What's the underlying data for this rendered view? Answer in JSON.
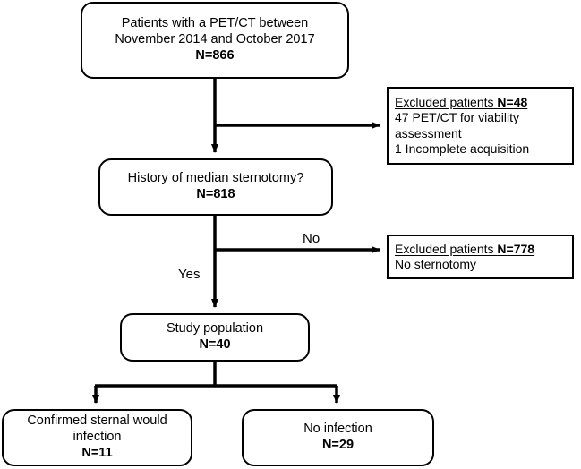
{
  "diagram": {
    "title": "Patient selection flow diagram",
    "type": "flowchart",
    "colors": {
      "stroke": "#000000",
      "background": "#ffffff",
      "text": "#000000"
    }
  },
  "nodes": {
    "enrollment": {
      "shape": "rounded-rectangle",
      "line1": "Patients with a PET/CT between",
      "line2": "November 2014 and October 2017",
      "count": "N=866"
    },
    "excluded_1": {
      "shape": "rectangle",
      "heading": "Excluded patients N=48",
      "heading_text": "Excluded patients",
      "heading_count": "N=48",
      "line1": "47 PET/CT for viability",
      "line2": "assessment",
      "line3": "1 Incomplete acquisition"
    },
    "decision": {
      "shape": "rounded-rectangle",
      "line1": "History of median sternotomy?",
      "count": "N=818"
    },
    "excluded_2": {
      "shape": "rectangle",
      "heading_text": "Excluded patients",
      "heading_count": "N=778",
      "line1": "No sternotomy"
    },
    "study_population": {
      "shape": "rounded-rectangle",
      "line1": "Study population",
      "count": "N=40"
    },
    "outcome_infection": {
      "shape": "rounded-rectangle",
      "line1": "Confirmed sternal would",
      "line2": "infection",
      "count": "N=11"
    },
    "outcome_no_infection": {
      "shape": "rounded-rectangle",
      "line1": "No infection",
      "count": "N=29"
    }
  },
  "edge_labels": {
    "no": "No",
    "yes": "Yes"
  }
}
